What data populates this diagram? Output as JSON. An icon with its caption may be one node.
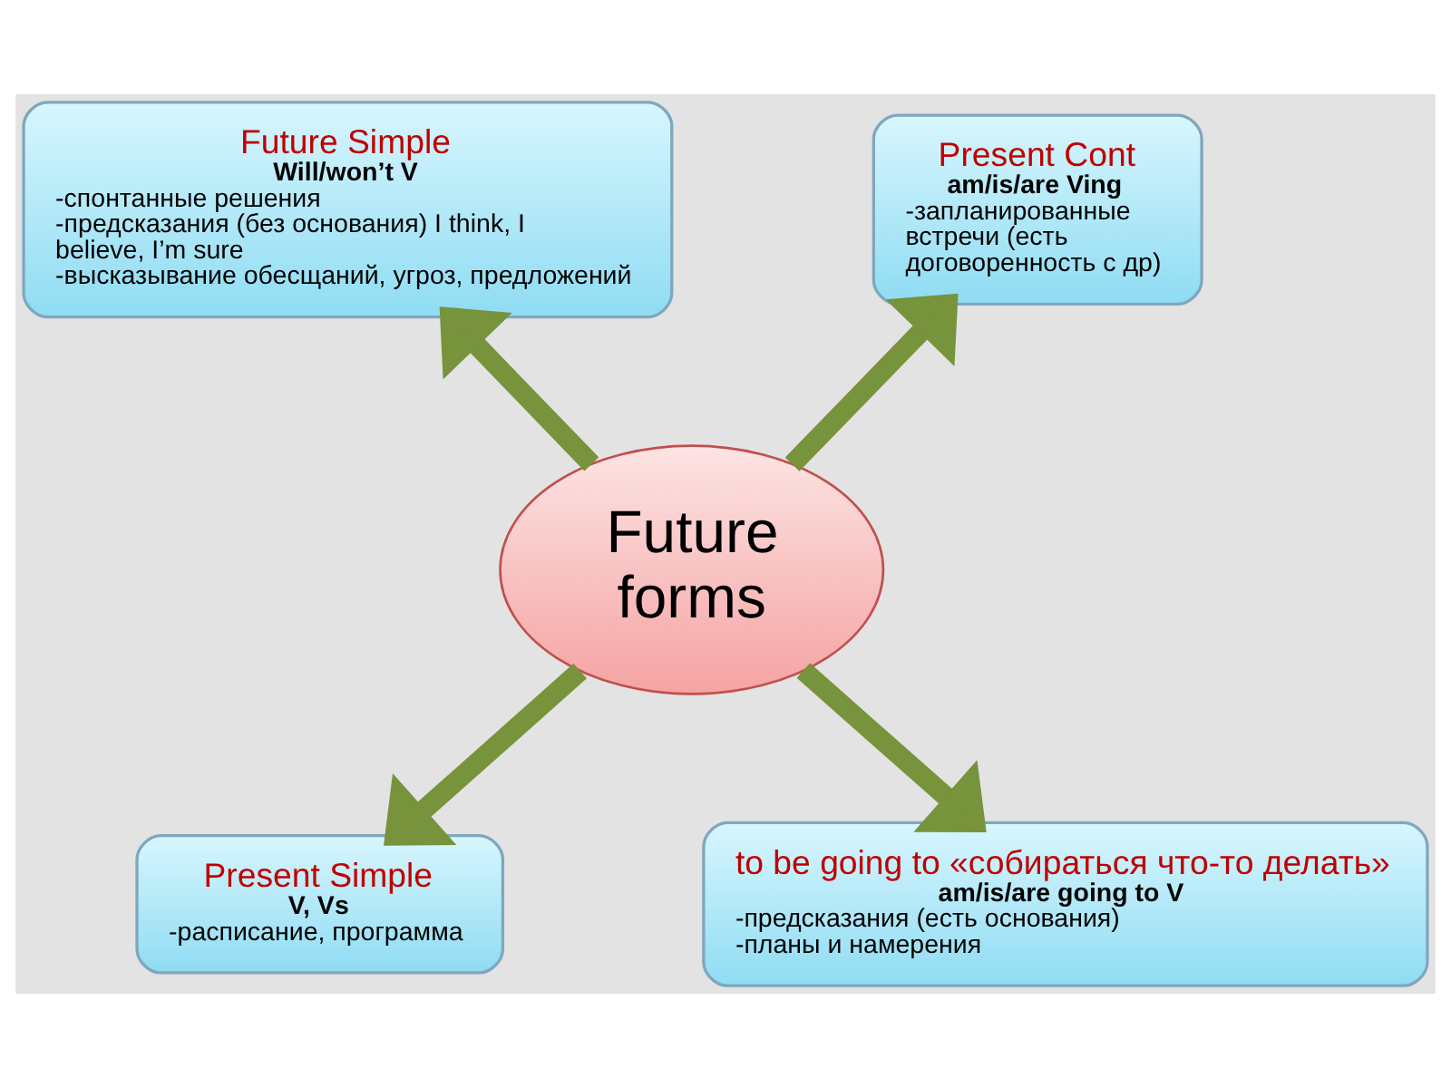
{
  "diagram": {
    "nodes": [
      {
        "text": [
          "Future Simple",
          "Will/won’t V",
          "-спонтанные решения",
          "-предсказания (без основания) I think, I believe, I’m sure",
          "-высказывание обесщаний, угроз, предложений"
        ]
      },
      {
        "text": [
          "Present Cont",
          "am/is/are Ving",
          "-запланированные встречи (есть договоренность с др)"
        ]
      },
      {
        "text": [
          "Future forms"
        ]
      },
      {
        "text": [
          "Present Simple",
          "V, Vs",
          "-расписание, программа"
        ]
      },
      {
        "text": [
          "to be going to «собираться что-то делать»",
          "am/is/are going to V",
          "-предсказания (есть основания)",
          "-планы и намерения"
        ]
      }
    ],
    "edges": [
      {
        "from": 2,
        "to": 0,
        "arrow": "to"
      },
      {
        "from": 2,
        "to": 1,
        "arrow": "to"
      },
      {
        "from": 2,
        "to": 3,
        "arrow": "to"
      },
      {
        "from": 2,
        "to": 4,
        "arrow": "to"
      }
    ]
  }
}
